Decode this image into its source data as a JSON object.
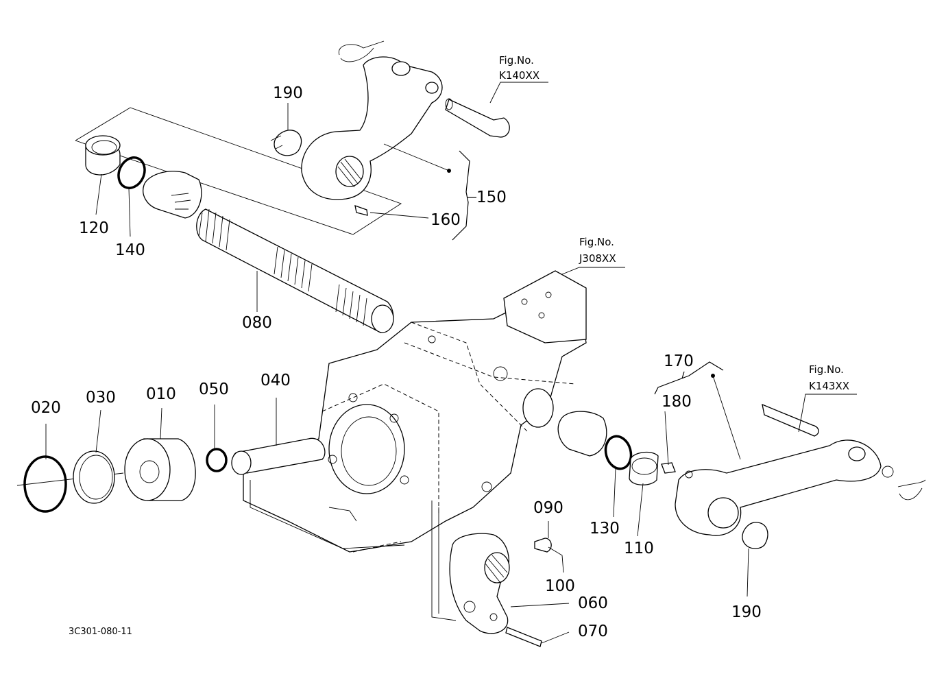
{
  "callouts": {
    "p010": "010",
    "p020": "020",
    "p030": "030",
    "p040": "040",
    "p050": "050",
    "p060": "060",
    "p070": "070",
    "p080": "080",
    "p090": "090",
    "p100": "100",
    "p110": "110",
    "p120": "120",
    "p130": "130",
    "p140": "140",
    "p150": "150",
    "p160": "160",
    "p170": "170",
    "p180": "180",
    "p190a": "190",
    "p190b": "190"
  },
  "figure_refs": {
    "top": {
      "label": "Fig.No.",
      "code": "K140XX"
    },
    "middle": {
      "label": "Fig.No.",
      "code": "J308XX"
    },
    "right": {
      "label": "Fig.No.",
      "code": "K143XX"
    }
  },
  "document_id": "3C301-080-11"
}
